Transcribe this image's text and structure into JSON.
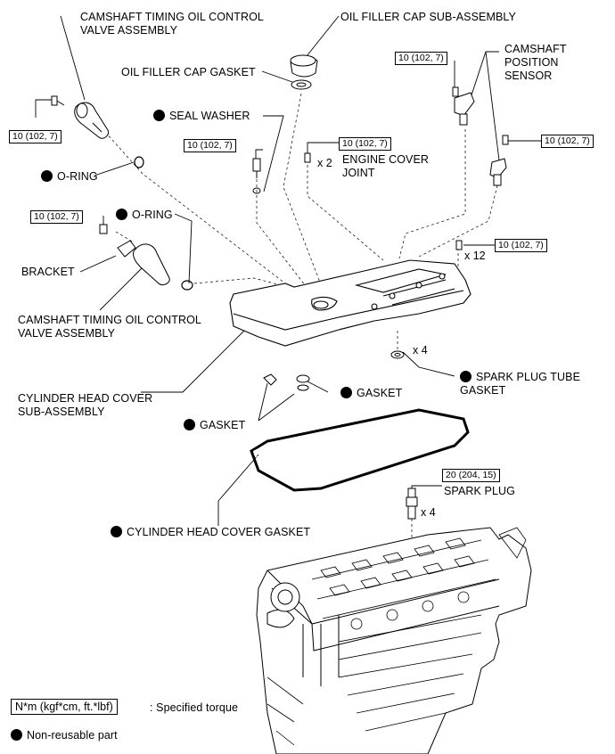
{
  "labels": {
    "vvt_upper": "CAMSHAFT TIMING OIL CONTROL\nVALVE ASSEMBLY",
    "oil_filler_cap": "OIL FILLER CAP SUB-ASSEMBLY",
    "oil_filler_gasket": "OIL FILLER CAP GASKET",
    "cam_sensor": "CAMSHAFT\nPOSITION\nSENSOR",
    "seal_washer": "SEAL WASHER",
    "engine_cover_joint": "ENGINE COVER\nJOINT",
    "o_ring_upper": "O-RING",
    "o_ring_lower": "O-RING",
    "bracket": "BRACKET",
    "vvt_lower": "CAMSHAFT TIMING OIL CONTROL\nVALVE ASSEMBLY",
    "cyl_head_cover": "CYLINDER HEAD COVER\nSUB-ASSEMBLY",
    "gasket_right": "GASKET",
    "gasket_left": "GASKET",
    "spark_tube_gasket": "SPARK PLUG TUBE\nGASKET",
    "spark_plug": "SPARK PLUG",
    "cyl_head_cover_gasket": "CYLINDER HEAD COVER GASKET"
  },
  "torques": {
    "vvt_upper": "10 (102, 7)",
    "sensor_top": "10 (102, 7)",
    "seal_washer": "10 (102, 7)",
    "engine_cover_joint": "10 (102, 7)",
    "sensor_right": "10 (102, 7)",
    "vvt_lower": "10 (102, 7)",
    "cover_bolts": "10 (102, 7)",
    "spark_plug": "20 (204, 15)"
  },
  "quantities": {
    "engine_cover_joint": "x 2",
    "cover_bolts": "x 12",
    "spark_tube_gasket": "x 4",
    "spark_plug": "x 4"
  },
  "legend": {
    "torque_box": "N*m (kgf*cm, ft.*lbf)",
    "torque_text": ": Specified torque",
    "nonreusable": "Non-reusable part"
  },
  "colors": {
    "ink": "#000000",
    "paper": "#ffffff"
  }
}
